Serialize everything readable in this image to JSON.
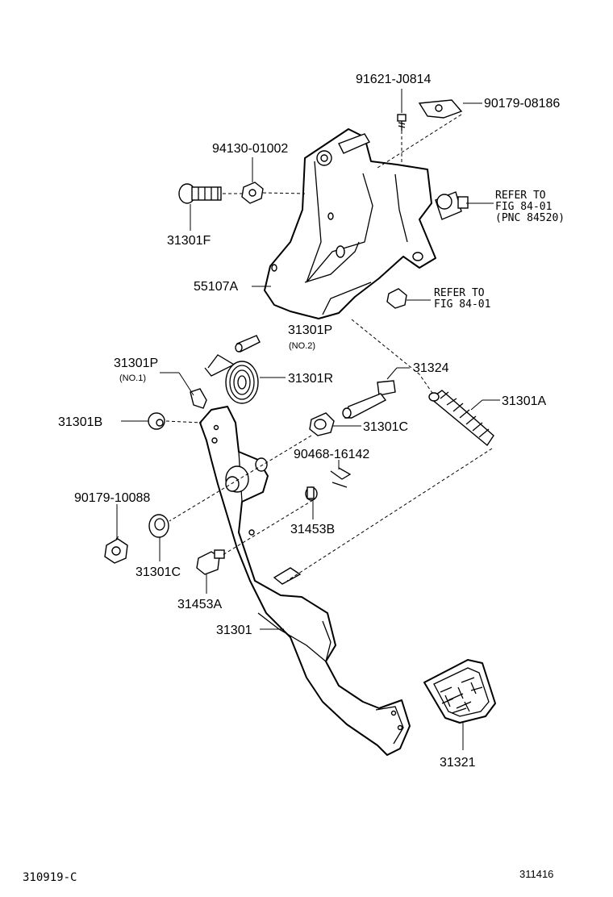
{
  "labels": {
    "p91621": "91621-J0814",
    "p90179a": "90179-08186",
    "p94130": "94130-01002",
    "p31301F": "31301F",
    "p55107A": "55107A",
    "refer1_line1": "REFER TO",
    "refer1_line2": "FIG 84-01",
    "refer1_line3": "(PNC 84520)",
    "refer2_line1": "REFER TO",
    "refer2_line2": "FIG 84-01",
    "p31301P_top": "31301P",
    "p31301P_top_sub": "(NO.2)",
    "p31301P_left": "31301P",
    "p31301P_left_sub": "(NO.1)",
    "p31324": "31324",
    "p31301R": "31301R",
    "p31301A": "31301A",
    "p31301B": "31301B",
    "p31301C_right": "31301C",
    "p90468": "90468-16142",
    "p90179b": "90179-10088",
    "p31453B": "31453B",
    "p31301C_left": "31301C",
    "p31453A": "31453A",
    "p31301": "31301",
    "p31321": "31321"
  },
  "footer": {
    "left_code": "310919-C",
    "right_code": "311416"
  }
}
